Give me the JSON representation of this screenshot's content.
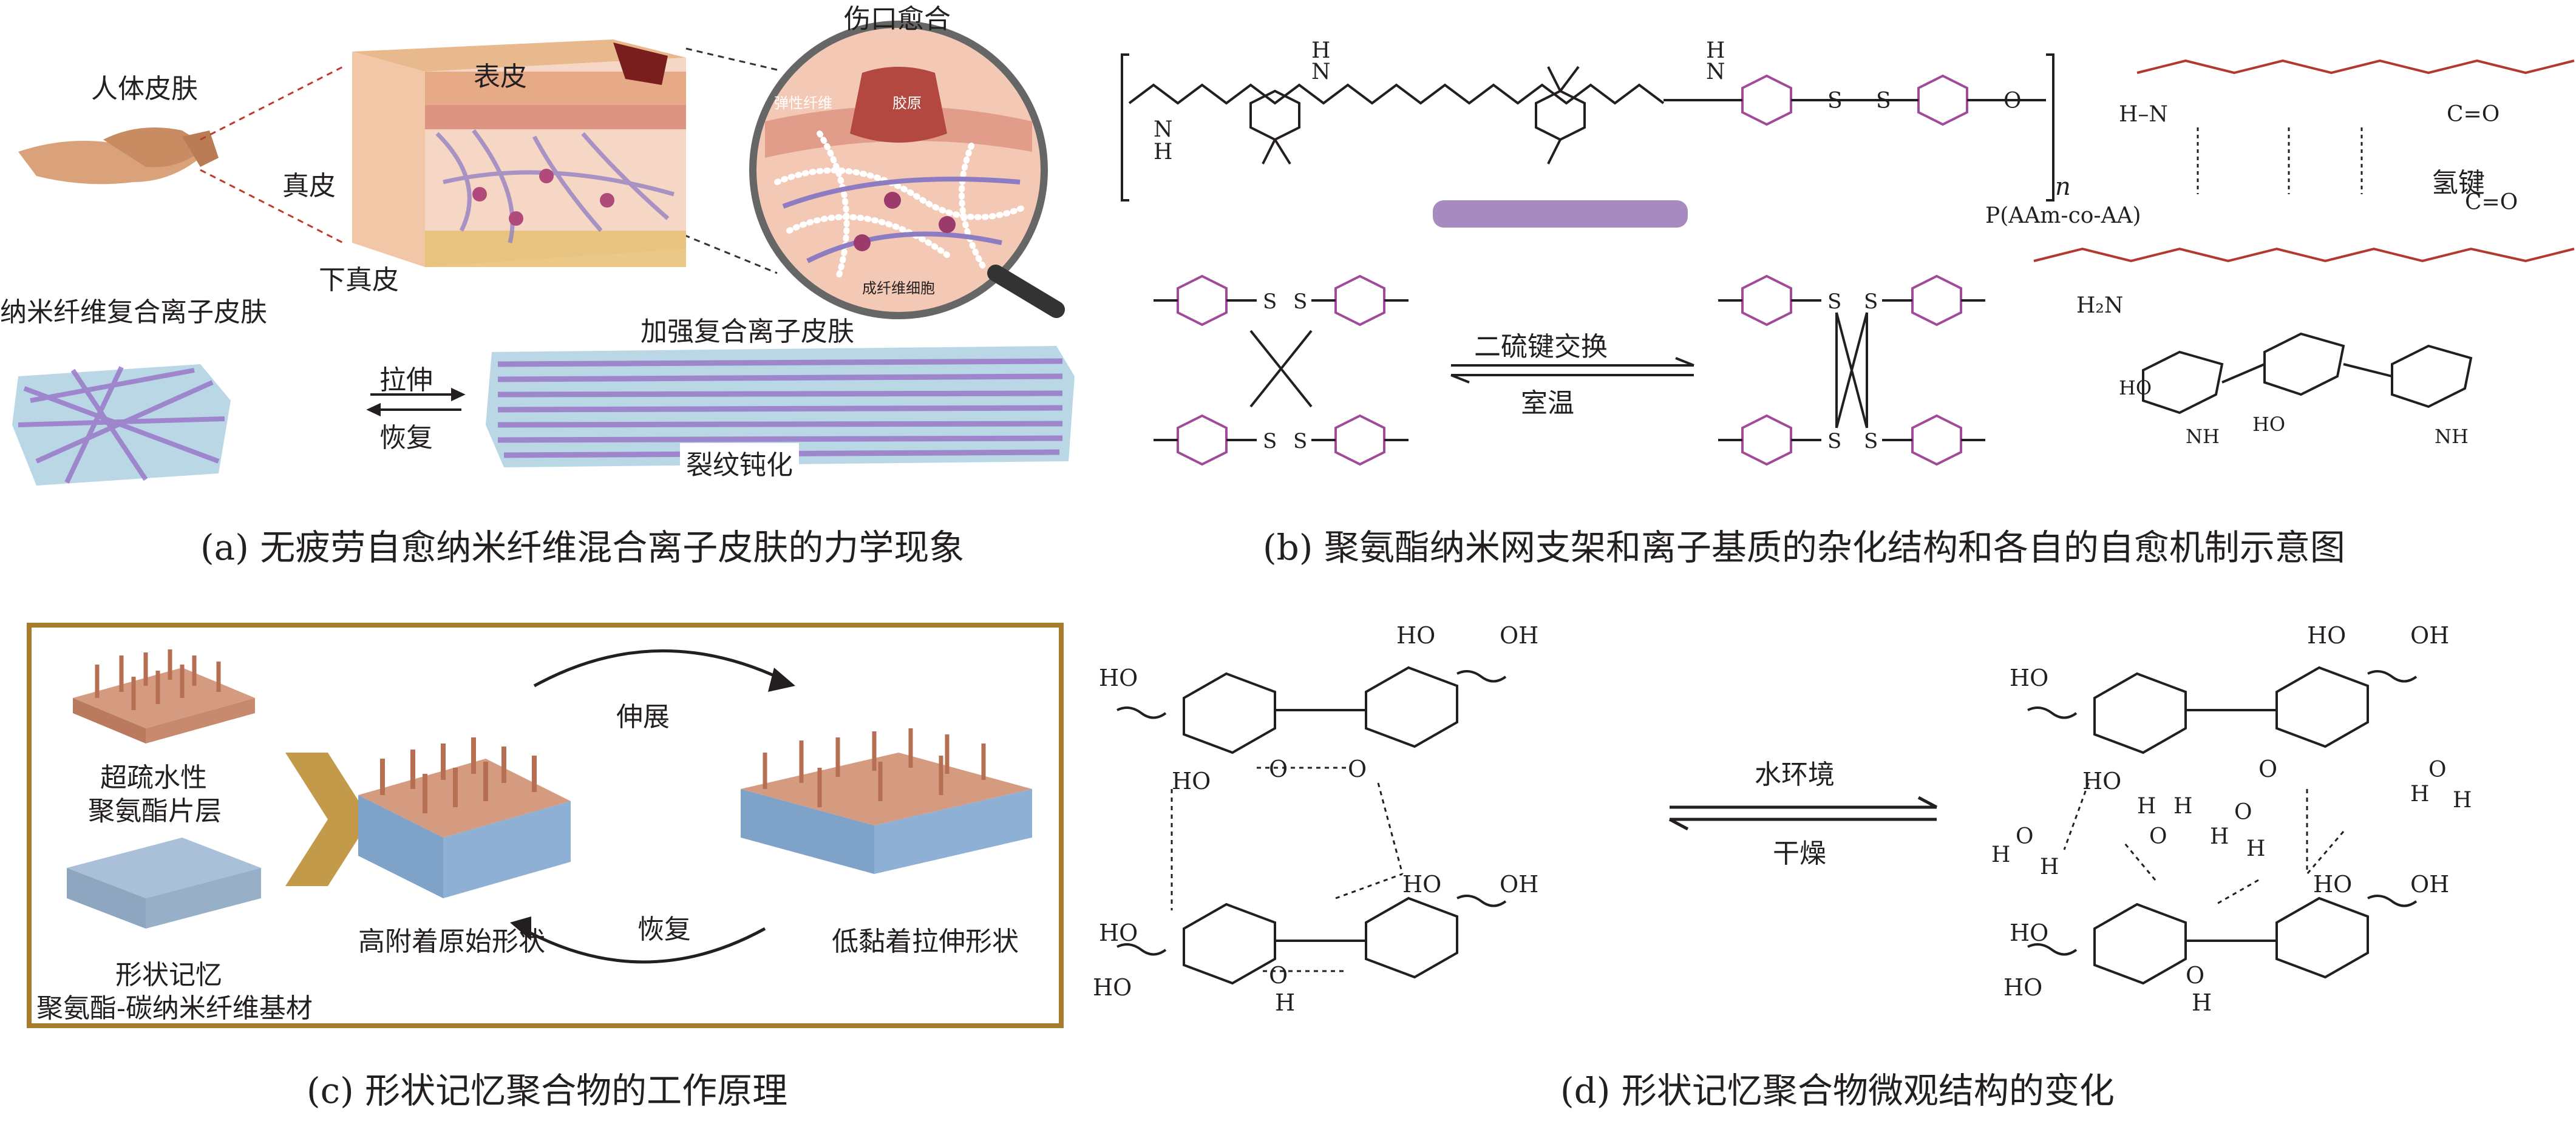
{
  "figure": {
    "panel_a": {
      "caption": "(a) 无疲劳自愈纳米纤维混合离子皮肤的力学现象",
      "labels": {
        "human_skin": "人体皮肤",
        "epidermis": "表皮",
        "dermis": "真皮",
        "hypodermis": "下真皮",
        "wound_healing": "伤口愈合",
        "elastic_fiber": "弹性纤维",
        "collagen": "胶原",
        "fibroblast": "成纤维细胞",
        "nanofiber_iskin": "纳米纤维复合离子皮肤",
        "reinforced_iskin": "加强复合离子皮肤",
        "stretch": "拉伸",
        "recover": "恢复",
        "crack_blunting": "裂纹钝化"
      }
    },
    "panel_b": {
      "caption": "(b) 聚氨酯纳米网支架和离子基质的杂化结构和各自的自愈机制示意图",
      "labels": {
        "disulfide_exchange": "二硫键交换",
        "room_temp": "室温",
        "hydrogen_bond": "氢键",
        "polymer": "P(AAm-co-AA)",
        "repeat_n": "n"
      }
    },
    "panel_c": {
      "caption": "(c) 形状记忆聚合物的工作原理",
      "labels": {
        "superhydrophobic": "超疏水性",
        "pu_layer": "聚氨酯片层",
        "shape_memory": "形状记忆",
        "substrate": "聚氨酯-碳纳米纤维基材",
        "stretch": "伸展",
        "recover": "恢复",
        "high_adhesion": "高附着原始形状",
        "low_adhesion": "低黏着拉伸形状"
      }
    },
    "panel_d": {
      "caption": "(d) 形状记忆聚合物微观结构的变化",
      "labels": {
        "water_env": "水环境",
        "dry": "干燥"
      }
    }
  }
}
